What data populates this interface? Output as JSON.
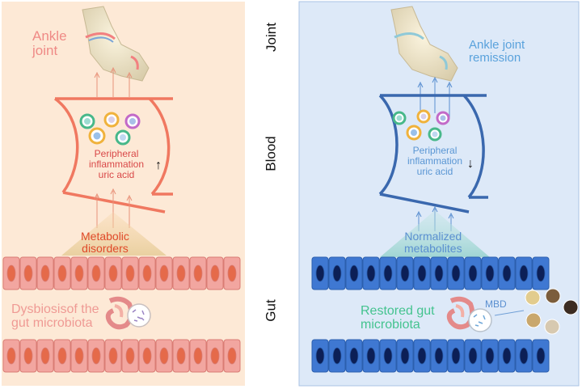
{
  "row_labels": {
    "joint": "Joint",
    "blood": "Blood",
    "gut": "Gut"
  },
  "left_panel": {
    "joint_label": "Ankle\njoint",
    "blood_label": "Peripheral\ninflammation\nuric acid",
    "metabolic_label": "Metabolic\ndisorders",
    "gut_label": "Dysbiosisof the\ngut microbiota",
    "trend_arrow": "↑"
  },
  "right_panel": {
    "joint_label": "Ankle joint\nremission",
    "blood_label": "Peripheral\ninflammation\nuric acid",
    "metabolic_label": "Normalized\nmetabolites",
    "gut_label": "Restored gut\nmicrobiota",
    "drug_label": "MBD",
    "trend_arrow": "↓"
  },
  "colors": {
    "left_bg": "#fde9d6",
    "right_bg": "#dde9f8",
    "left_vessel": "#f07860",
    "right_vessel": "#3a68ae",
    "left_cell": "#f2a6a0",
    "right_cell": "#3f78d2",
    "left_text": "#ef8a86",
    "right_text": "#5aa2dc",
    "gut_green": "#44c38f",
    "metabolic_red": "#e04a2a"
  }
}
